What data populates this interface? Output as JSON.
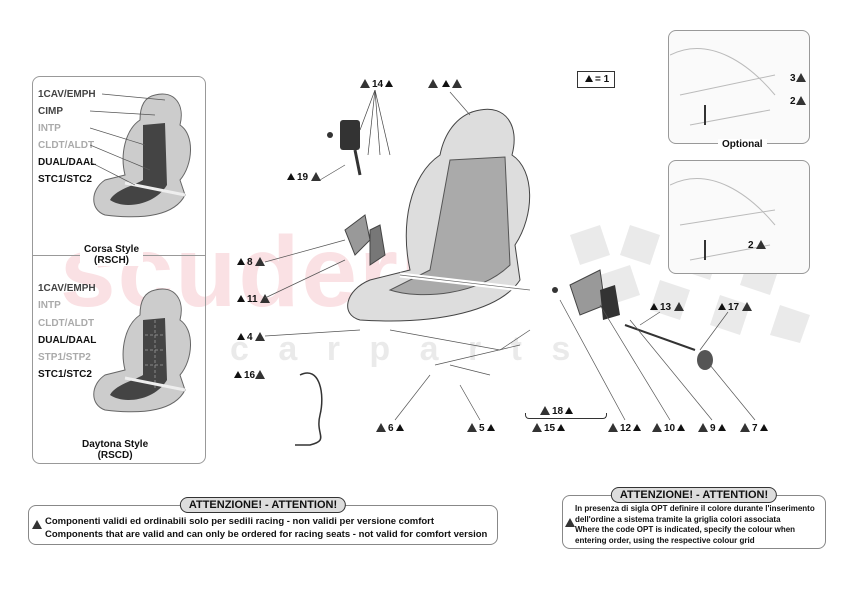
{
  "legend": {
    "qty_label": "= 1"
  },
  "corsa_panel": {
    "labels": [
      "1CAV/EMPH",
      "CIMP",
      "INTP",
      "CLDT/ALDT",
      "DUAL/DAAL",
      "STC1/STC2"
    ],
    "caption_line1": "Corsa Style",
    "caption_line2": "(RSCH)"
  },
  "daytona_panel": {
    "labels": [
      "1CAV/EMPH",
      "INTP",
      "CLDT/ALDT",
      "DUAL/DAAL",
      "STP1/STP2",
      "STC1/STC2"
    ],
    "caption_line1": "Daytona Style",
    "caption_line2": "(RSCD)"
  },
  "optional_panel": {
    "caption": "Optional",
    "callouts": [
      "3",
      "2"
    ]
  },
  "lower_right_panel": {
    "callouts": [
      "2"
    ]
  },
  "callouts": {
    "c14": "14",
    "c19": "19",
    "c8": "8",
    "c11": "11",
    "c4": "4",
    "c16": "16",
    "c6": "6",
    "c5": "5",
    "c18": "18",
    "c15": "15",
    "c12": "12",
    "c10": "10",
    "c9": "9",
    "c7": "7",
    "c13": "13",
    "c17": "17"
  },
  "watermark": {
    "line1": "scuderia",
    "line2": "c a r   p a r t s"
  },
  "attention_left": {
    "title": "ATTENZIONE! - ATTENTION!",
    "line1": "Componenti validi ed ordinabili solo per sedili  racing - non validi per versione  comfort",
    "line2": "Components that are valid and can only be ordered for racing  seats - not valid for comfort version"
  },
  "attention_right": {
    "title": "ATTENZIONE! - ATTENTION!",
    "line1": "In presenza di sigla OPT definire il colore durante l'inserimento",
    "line2": "dell'ordine a sistema tramite la griglia colori associata",
    "line3": "Where the code OPT is indicated, specify the colour when",
    "line4": "entering order, using the respective colour grid"
  }
}
